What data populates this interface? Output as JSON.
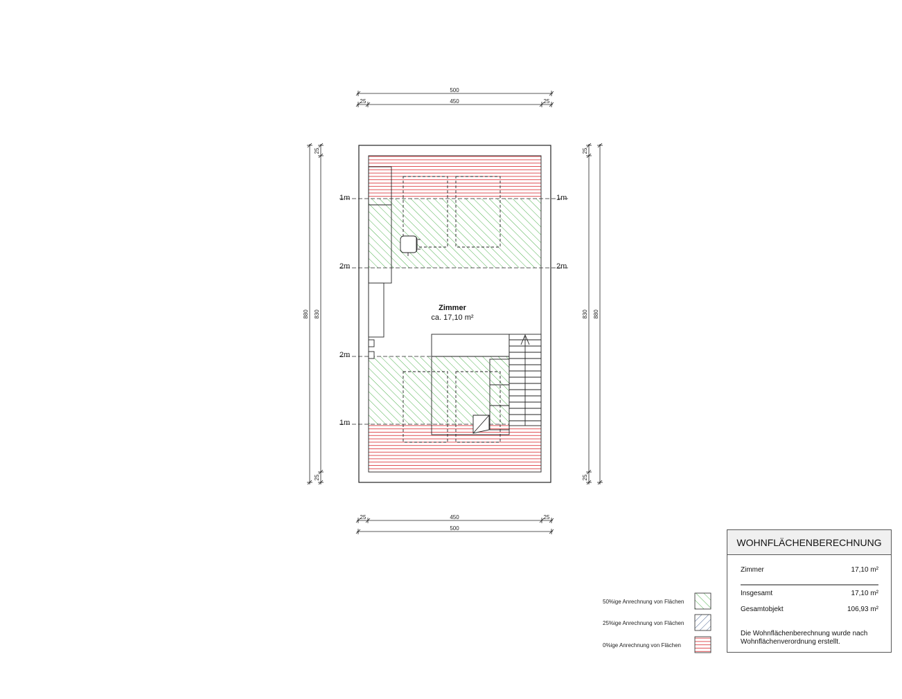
{
  "dimensions": {
    "overall_width": "500",
    "inner_width": "450",
    "wall": "25",
    "overall_height": "880",
    "inner_height": "830"
  },
  "levels": {
    "one_m": "1m",
    "two_m": "2m"
  },
  "room": {
    "name": "Zimmer",
    "area": "ca. 17,10 m²"
  },
  "legend": [
    {
      "label": "50%ige Anrechnung von Flächen",
      "color": "#3aa83a"
    },
    {
      "label": "25%ige Anrechnung von Flächen",
      "color": "#3d5a8a"
    },
    {
      "label": "0%ige Anrechnung von Flächen",
      "color": "#d9252b"
    }
  ],
  "calculation": {
    "title": "WOHNFLÄCHENBERECHNUNG",
    "rows": [
      {
        "label": "Zimmer",
        "value": "17,10 m²"
      },
      {
        "label": "Insgesamt",
        "value": "17,10 m²"
      },
      {
        "label": "Gesamtobjekt",
        "value": "106,93 m²"
      }
    ],
    "note": "Die Wohnflächenberechnung wurde nach Wohnflächenverordnung erstellt."
  }
}
